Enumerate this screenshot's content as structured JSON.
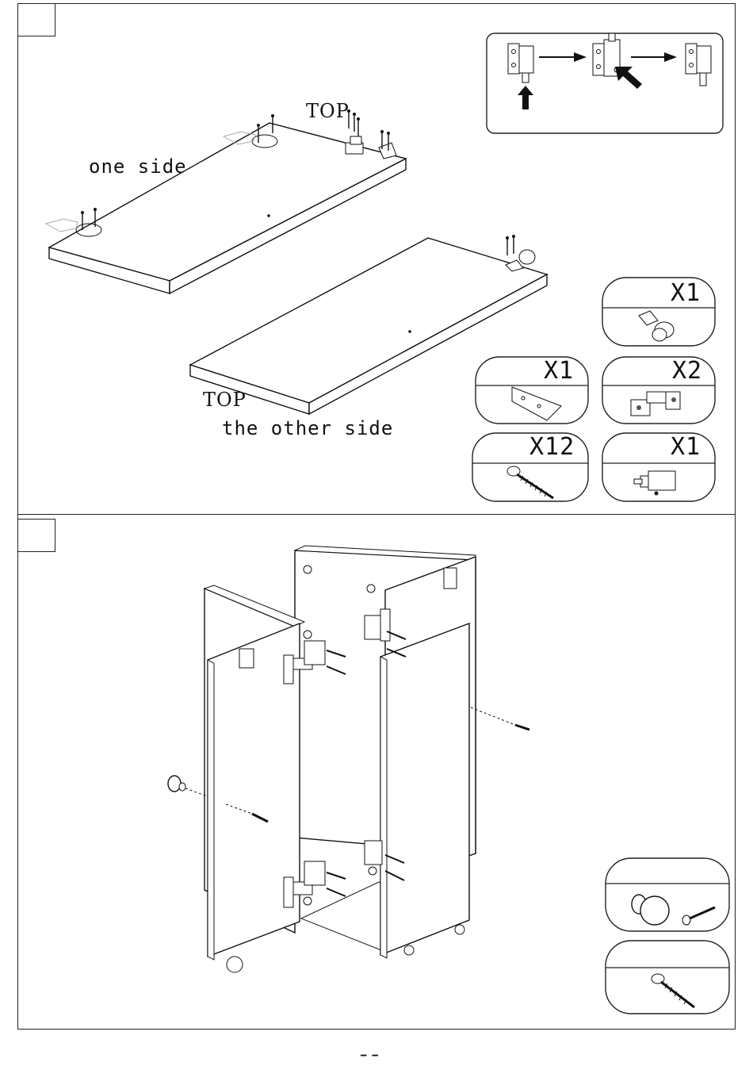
{
  "steps": [
    {
      "number": "",
      "labels": {
        "top_a": "TOP",
        "one_side": "one side",
        "top_b": "TOP",
        "other_side": "the other side"
      }
    },
    {
      "number": ""
    }
  ],
  "parts_step1": [
    {
      "name": "caster",
      "count": "X1"
    },
    {
      "name": "corner-bracket",
      "count": "X1"
    },
    {
      "name": "hinge",
      "count": "X2"
    },
    {
      "name": "screw",
      "count": "X12"
    },
    {
      "name": "bolt-latch",
      "count": "X1"
    }
  ],
  "parts_step2": [
    {
      "name": "knob-with-bolt"
    },
    {
      "name": "screw"
    }
  ],
  "footer": {
    "page_mark": "▔ ▔"
  },
  "icons": [
    "latch-sequence-icon",
    "arrow-up-icon",
    "arrow-right-icon",
    "arrow-diagonal-icon",
    "caster-icon",
    "bracket-icon",
    "hinge-icon",
    "screw-icon",
    "latch-icon",
    "knob-icon",
    "bolt-icon"
  ]
}
